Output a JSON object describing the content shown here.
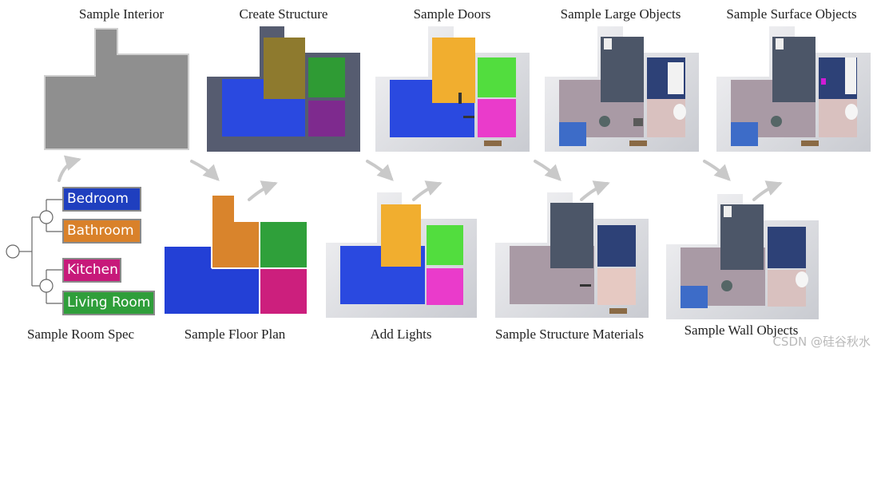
{
  "stages": {
    "sample_interior": "Sample Interior",
    "create_structure": "Create Structure",
    "sample_doors": "Sample Doors",
    "sample_large_objects": "Sample Large Objects",
    "sample_surface_objects": "Sample Surface Objects",
    "sample_room_spec": "Sample Room Spec",
    "sample_floor_plan": "Sample Floor Plan",
    "add_lights": "Add Lights",
    "sample_structure_materials": "Sample Structure Materials",
    "sample_wall_objects": "Sample Wall Objects"
  },
  "room_spec": {
    "rooms": [
      {
        "label": "Bedroom",
        "color": "#1f3fbf"
      },
      {
        "label": "Bathroom",
        "color": "#d9812a"
      },
      {
        "label": "Kitchen",
        "color": "#c7197a"
      },
      {
        "label": "Living Room",
        "color": "#2f9e3a"
      }
    ]
  },
  "colors": {
    "bedroom": "#2340d6",
    "bathroom": "#d9842c",
    "kitchen": "#cc1f7d",
    "living_room": "#2fa03a",
    "interior": "#8f8f8f",
    "arrow": "#c9c9c9"
  },
  "watermark": "CSDN @硅谷秋水"
}
